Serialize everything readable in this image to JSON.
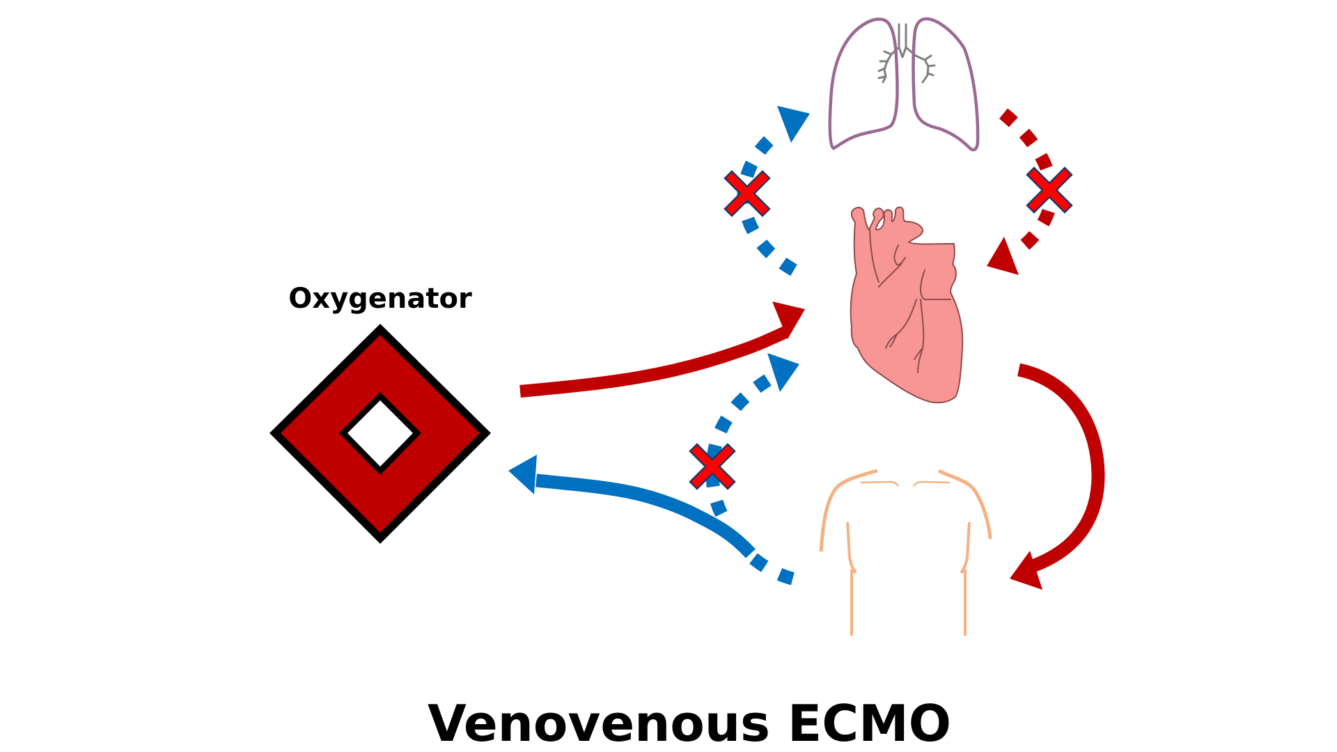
{
  "title": "Venovenous ECMO",
  "oxygenator": {
    "label": "Oxygenator",
    "fill_color": "#C00000",
    "border_color": "#000000"
  },
  "organs": {
    "lungs": {
      "name": "lungs",
      "outline_color": "#9A6A92",
      "airway_color": "#7F7F7F"
    },
    "heart": {
      "name": "heart",
      "fill_color": "#F79695",
      "outline_color": "#8E4B4B"
    },
    "body": {
      "name": "body-torso",
      "outline_color": "#F4B183"
    }
  },
  "colors": {
    "oxygenated": "#C00000",
    "deoxygenated": "#0070C0",
    "blocked_mark": "#FF0000",
    "blocked_mark_outline": "#1F3864"
  },
  "flows": [
    {
      "id": "oxygenator-to-heart",
      "from": "oxygenator",
      "to": "heart",
      "blood": "oxygenated",
      "style": "solid",
      "blocked": false
    },
    {
      "id": "heart-to-body",
      "from": "heart",
      "to": "body",
      "blood": "oxygenated",
      "style": "solid",
      "blocked": false
    },
    {
      "id": "body-to-oxygenator",
      "from": "body",
      "to": "oxygenator",
      "blood": "deoxygenated",
      "style": "solid-then-dotted",
      "blocked": false
    },
    {
      "id": "body-to-heart",
      "from": "body",
      "to": "heart",
      "blood": "deoxygenated",
      "style": "dotted",
      "blocked": true
    },
    {
      "id": "heart-to-lungs",
      "from": "heart",
      "to": "lungs",
      "blood": "deoxygenated",
      "style": "dotted",
      "blocked": true
    },
    {
      "id": "lungs-to-heart",
      "from": "lungs",
      "to": "heart",
      "blood": "oxygenated",
      "style": "dotted",
      "blocked": true
    }
  ],
  "blocked_mark_icon": "cross-x-icon"
}
